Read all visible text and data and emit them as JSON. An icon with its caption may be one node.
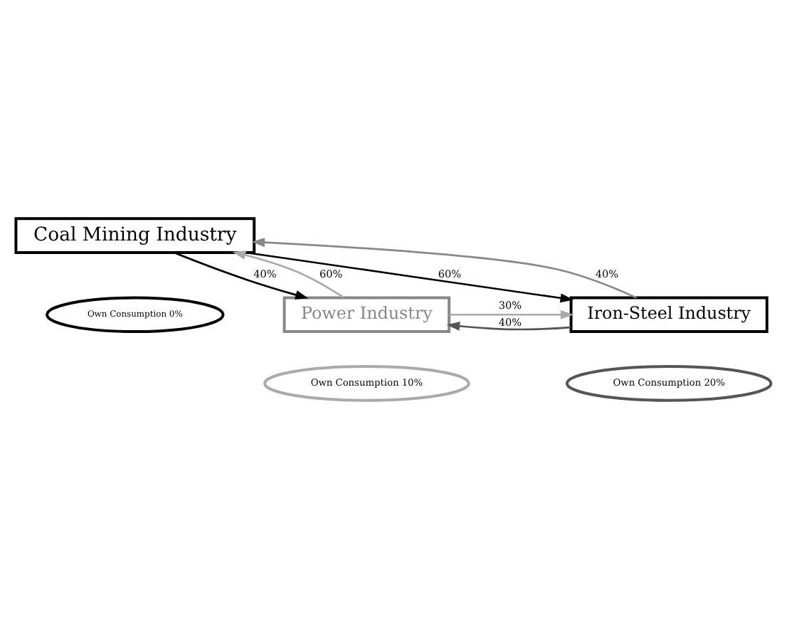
{
  "diagram": {
    "nodes": [
      {
        "text": [
          "Coal Mining Industry"
        ]
      },
      {
        "text": [
          "Own Consumption 0%"
        ]
      },
      {
        "text": [
          "Power Industry"
        ]
      },
      {
        "text": [
          "Own Consumption 10%"
        ]
      },
      {
        "text": [
          "Iron-Steel Industry"
        ]
      },
      {
        "text": [
          "Own Consumption 20%"
        ]
      }
    ],
    "edges": [
      {
        "from": 0,
        "to": 2,
        "arrow": "to",
        "label": "40%"
      },
      {
        "from": 2,
        "to": 0,
        "arrow": "to",
        "label": "60%",
        "color": "#aaaaaa"
      },
      {
        "from": 4,
        "to": 0,
        "arrow": "to",
        "label": "40%",
        "color": "#888888"
      },
      {
        "from": 0,
        "to": 4,
        "arrow": "to",
        "label": "60%"
      },
      {
        "from": 2,
        "to": 4,
        "arrow": "to",
        "label": "30%",
        "color": "#aaaaaa"
      },
      {
        "from": 4,
        "to": 2,
        "arrow": "to",
        "label": "40%",
        "color": "#555555"
      }
    ]
  }
}
